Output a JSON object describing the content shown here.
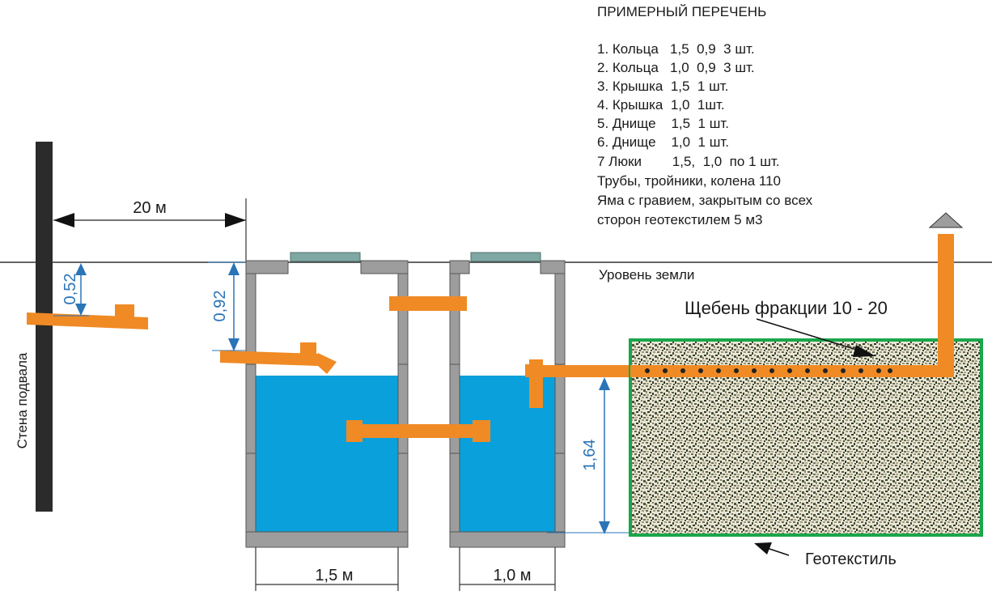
{
  "list": {
    "title": "ПРИМЕРНЫЙ ПЕРЕЧЕНЬ",
    "items": [
      "1. Кольца   1,5  0,9  3 шт.",
      "2. Кольца   1,0  0,9  3 шт.",
      "3. Крышка  1,5  1 шт.",
      "4. Крышка  1,0  1шт.",
      "5. Днище    1,5  1 шт.",
      "6. Днище    1,0  1 шт.",
      "7 Люки        1,5,  1,0  по 1 шт.",
      "Трубы, тройники, колена 110",
      "Яма с гравием, закрытым со всех",
      "сторон геотекстилем 5 м3"
    ]
  },
  "labels": {
    "ground_level": "Уровень земли",
    "gravel": "Щебень фракции 10 - 20",
    "geotextile": "Геотекстиль",
    "wall": "Стена подвала"
  },
  "dimensions": {
    "distance": "20 м",
    "depth_wall_pipe": "0,52",
    "depth_inlet": "0,92",
    "depth_outlet": "1,64",
    "width_tank1": "1,5 м",
    "width_tank2": "1,0 м"
  },
  "colors": {
    "pipe": "#f08a24",
    "water": "#0aa0dc",
    "concrete": "#9d9d9d",
    "lid": "#7fa7a3",
    "geotextile": "#1aa64a",
    "dimension": "#2a74b8",
    "wall": "#2b2b2b"
  }
}
